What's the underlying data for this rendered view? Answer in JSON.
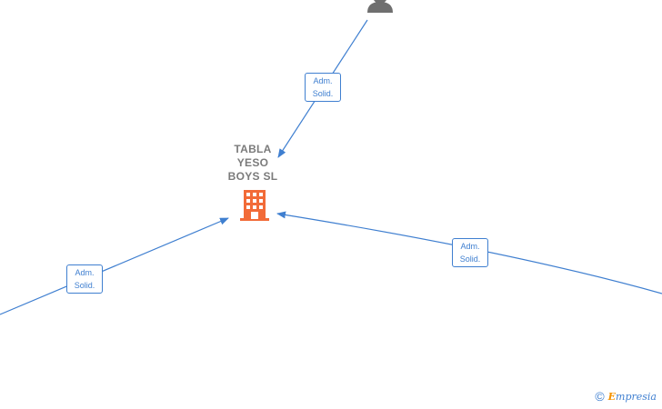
{
  "company": {
    "name": "TABLA\nYESO\nBOYS  SL",
    "icon": "building-icon",
    "color": "#f26b38"
  },
  "person": {
    "icon": "person-icon",
    "color": "#6f6f6f"
  },
  "edges": [
    {
      "id": "top",
      "line1": "Adm.",
      "line2": "Solid."
    },
    {
      "id": "left",
      "line1": "Adm.",
      "line2": "Solid."
    },
    {
      "id": "right",
      "line1": "Adm.",
      "line2": "Solid."
    }
  ],
  "edge_color": "#3f7fd0",
  "watermark": {
    "symbol": "©",
    "brand_initial": "E",
    "brand_rest": "mpresia"
  }
}
